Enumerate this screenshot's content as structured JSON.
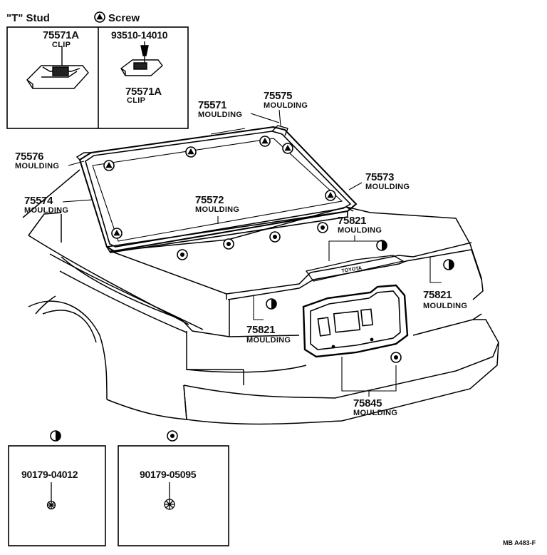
{
  "legend": {
    "t_stud_label": "\"T\" Stud",
    "screw_label": "Screw",
    "screw_symbol_icon": "filled-triangle-in-circle"
  },
  "inset_t_stud": {
    "part_number": "75571A",
    "part_name": "CLIP"
  },
  "inset_screw": {
    "screw_part_number": "93510-14010",
    "clip_part_number": "75571A",
    "clip_part_name": "CLIP"
  },
  "callouts": [
    {
      "id": "75571",
      "number": "75571",
      "name": "MOULDING"
    },
    {
      "id": "75575",
      "number": "75575",
      "name": "MOULDING"
    },
    {
      "id": "75576",
      "number": "75576",
      "name": "MOULDING"
    },
    {
      "id": "75573",
      "number": "75573",
      "name": "MOULDING"
    },
    {
      "id": "75574",
      "number": "75574",
      "name": "MOULDING"
    },
    {
      "id": "75572",
      "number": "75572",
      "name": "MOULDING"
    },
    {
      "id": "75821a",
      "number": "75821",
      "name": "MOULDING"
    },
    {
      "id": "75821b",
      "number": "75821",
      "name": "MOULDING"
    },
    {
      "id": "75821c",
      "number": "75821",
      "name": "MOULDING"
    },
    {
      "id": "75845",
      "number": "75845",
      "name": "MOULDING"
    }
  ],
  "fastener_boxes": [
    {
      "part_number": "90179-04012",
      "symbol_icon": "half-filled-circle"
    },
    {
      "part_number": "90179-05095",
      "symbol_icon": "circle-with-dot"
    }
  ],
  "trunk_badge": "TOYOTA",
  "figure_code": "MB A483-F"
}
